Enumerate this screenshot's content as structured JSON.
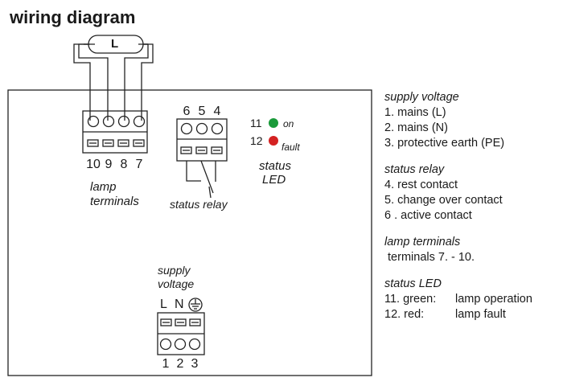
{
  "title": "wiring diagram",
  "lamp": {
    "label": "L"
  },
  "lamp_terminals": {
    "numbers": [
      "10",
      "9",
      "8",
      "7"
    ],
    "label_line1": "lamp",
    "label_line2": "terminals"
  },
  "relay_terminals": {
    "numbers": [
      "6",
      "5",
      "4"
    ],
    "label": "status relay"
  },
  "status_led": {
    "on": {
      "number": "11",
      "text": "on",
      "color": "#1a9a3a"
    },
    "fault": {
      "number": "12",
      "text": "fault",
      "color": "#d42222"
    },
    "label_line1": "status",
    "label_line2": "LED"
  },
  "supply_terminals": {
    "label_line1": "supply",
    "label_line2": "voltage",
    "top_symbols": [
      "L",
      "N"
    ],
    "earth_icon": "earth-ground-icon",
    "numbers": [
      "1",
      "2",
      "3"
    ]
  },
  "legend": {
    "supply": {
      "heading": "supply voltage",
      "items": [
        "1.  mains (L)",
        "2.  mains (N)",
        "3.  protective earth (PE)"
      ]
    },
    "relay": {
      "heading": "status relay",
      "items": [
        "4.  rest contact",
        "5.  change over contact",
        "6 . active contact"
      ]
    },
    "lamp": {
      "heading": "lamp terminals",
      "items": [
        " terminals 7. - 10."
      ]
    },
    "led": {
      "heading": "status LED",
      "items": [
        {
          "key": "11. green:",
          "value": "lamp operation"
        },
        {
          "key": "12. red:",
          "value": "lamp fault"
        }
      ]
    }
  }
}
